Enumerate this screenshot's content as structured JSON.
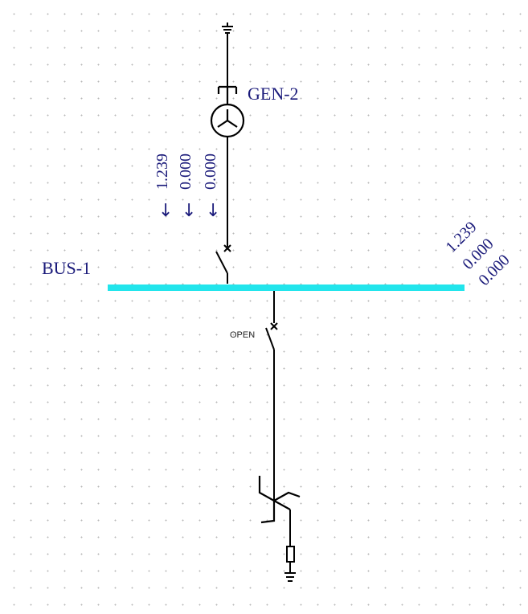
{
  "generator": {
    "name": "GEN-2",
    "flows": [
      "1.239",
      "0.000",
      "0.000"
    ],
    "flow_arrow": "↓"
  },
  "bus": {
    "name": "BUS-1",
    "flows": [
      "1.239",
      "0.000",
      "0.000"
    ],
    "color": "#22e5ec"
  },
  "feeder_breaker": {
    "state_label": "OPEN"
  },
  "colors": {
    "label": "#1a1a7a",
    "line": "#000000",
    "grid_dot": "#b8b8b8"
  }
}
